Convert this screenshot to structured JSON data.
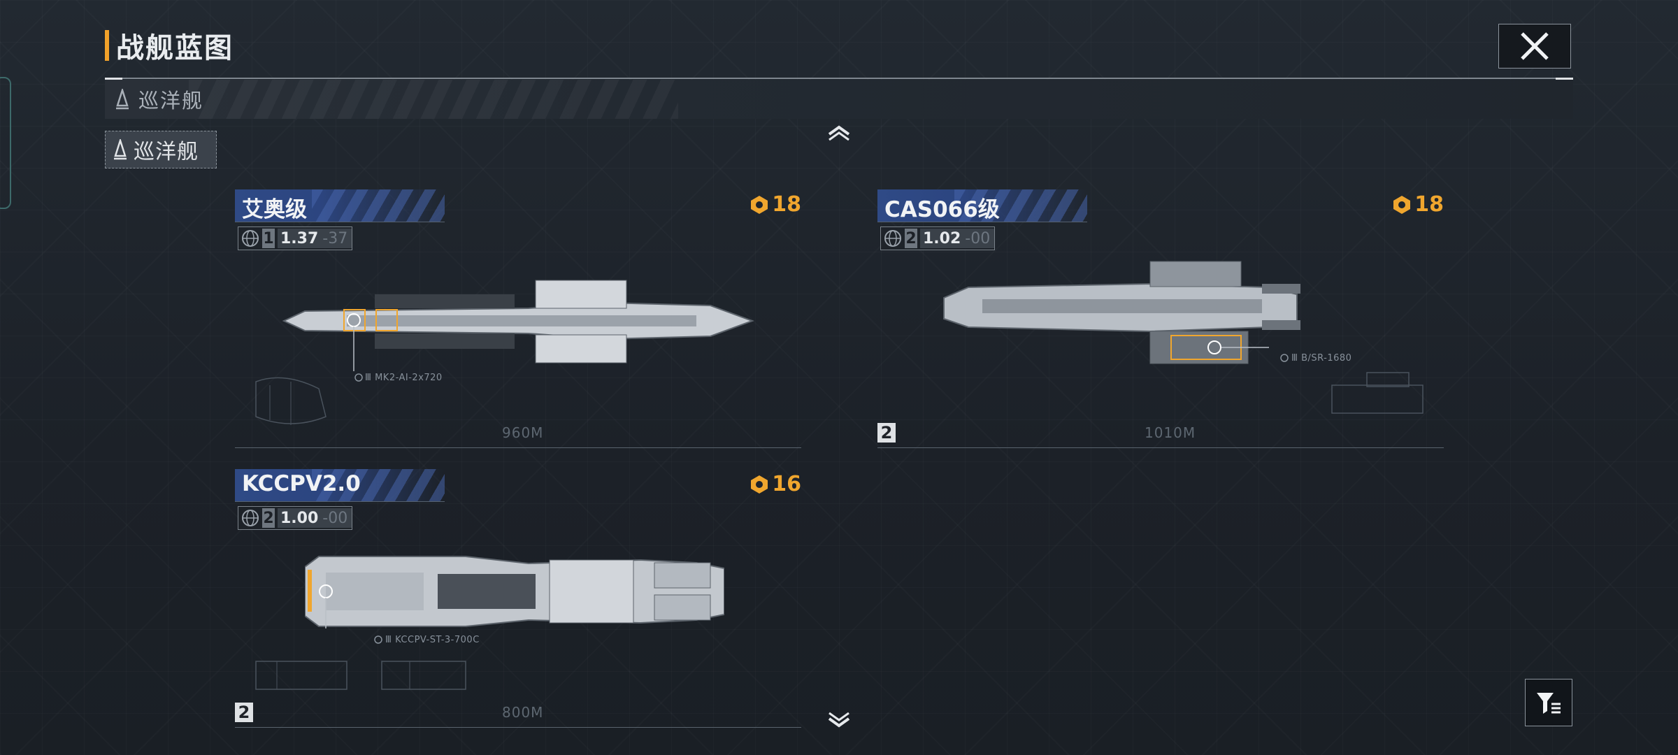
{
  "header": {
    "title": "战舰蓝图"
  },
  "category_bar": {
    "label": "巡洋舰"
  },
  "filter_chip": {
    "label": "巡洋舰"
  },
  "cards": [
    {
      "name": "艾奥级",
      "tier": "1",
      "ratio": "1.37",
      "ratio_sub": "-37",
      "cost": "18",
      "part_label": "Ⅲ MK2-AI-2x720",
      "length": "960M",
      "count": "",
      "color_hull": "#c9ced4"
    },
    {
      "name": "CAS066级",
      "tier": "2",
      "ratio": "1.02",
      "ratio_sub": "-00",
      "cost": "18",
      "part_label": "Ⅲ B/SR-1680",
      "length": "1010M",
      "count": "2",
      "color_hull": "#b9bfc6"
    },
    {
      "name": "KCCPV2.0",
      "tier": "2",
      "ratio": "1.00",
      "ratio_sub": "-00",
      "cost": "16",
      "part_label": "Ⅲ KCCPV-ST-3-700C",
      "length": "800M",
      "count": "2",
      "color_hull": "#c3c8ce"
    }
  ],
  "colors": {
    "accent": "#f2a22a",
    "cost": "#f0a62e",
    "name_plate": "#2f4a86"
  },
  "icons": {
    "close": "close-icon",
    "filter": "filter-icon",
    "category": "cruiser-icon",
    "cost": "cost-icon",
    "globe": "globe-icon"
  }
}
